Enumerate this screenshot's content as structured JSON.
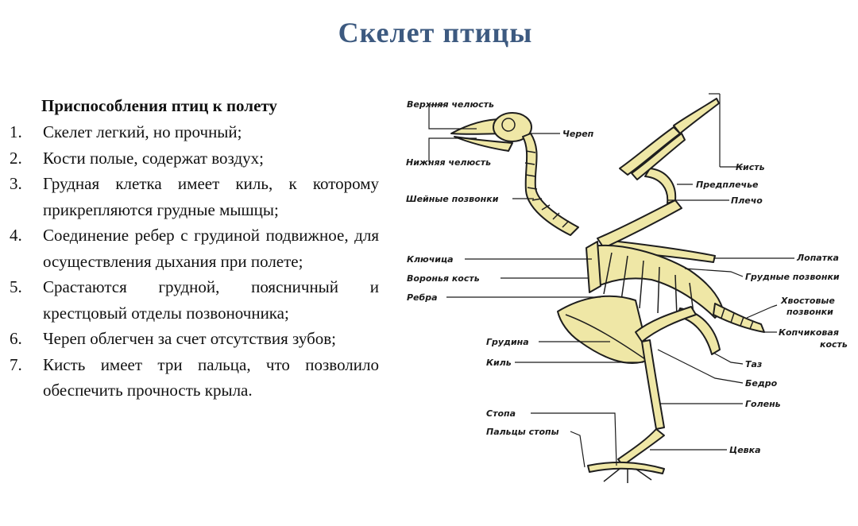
{
  "title": "Скелет птицы",
  "subtitle": "Приспособления птиц к полету",
  "items": [
    {
      "num": "1.",
      "text": "Скелет легкий, но прочный;"
    },
    {
      "num": "2.",
      "text": "Кости полые, содержат воздух;"
    },
    {
      "num": "3.",
      "text": "Грудная клетка имеет киль, к которому прикрепляются грудные мышцы;"
    },
    {
      "num": "4.",
      "text": "Соединение ребер с грудиной подвижное, для осуществления дыхания при полете;"
    },
    {
      "num": "5.",
      "text": "Срастаются грудной, поясничный и крестцовый отделы позвоночника;"
    },
    {
      "num": "6.",
      "text": "Череп облегчен за счет отсутствия зубов;"
    },
    {
      "num": "7.",
      "text": "Кисть имеет три пальца, что позволило обеспечить прочность крыла."
    }
  ],
  "labels": {
    "upper_jaw": "Верхняя челюсть",
    "skull": "Череп",
    "lower_jaw": "Нижняя челюсть",
    "neck_vertebrae": "Шейные позвонки",
    "hand": "Кисть",
    "forearm": "Предплечье",
    "shoulder": "Плечо",
    "clavicle": "Ключица",
    "coracoid": "Воронья кость",
    "ribs": "Ребра",
    "scapula": "Лопатка",
    "thoracic_vertebrae": "Грудные позвонки",
    "tail_vertebrae_1": "Хвостовые",
    "tail_vertebrae_2": "позвонки",
    "coccyx_1": "Копчиковая",
    "coccyx_2": "кость",
    "sternum": "Грудина",
    "keel": "Киль",
    "pelvis": "Таз",
    "femur": "Бедро",
    "tibia": "Голень",
    "foot": "Стопа",
    "toes": "Пальцы стопы",
    "tarsus": "Цевка"
  }
}
